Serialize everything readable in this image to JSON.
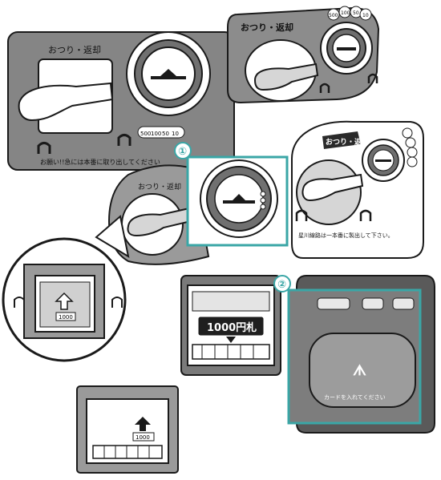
{
  "labels": {
    "change_return_1": "おつり・返却",
    "change_return_2": "おつり・返却",
    "change_return_3": "おつり・返却",
    "change_return_4": "おつり・返却",
    "warning_note": "お願い!!急には本番に取り出してください",
    "store_note": "星川線路は一本番に製出して下さい。",
    "bill_label": "1000円札",
    "bill_slot_small": "1000",
    "bill_slot_small_2": "1000",
    "card_note": "カードを入れてください",
    "callout_1": "①",
    "callout_2": "②"
  },
  "coins": [
    "500",
    "100",
    "50",
    "10"
  ],
  "colors": {
    "accent_teal": "#3aa6a6",
    "panel_gray": "#7d7d7d",
    "dark_gray": "#4a4a4a",
    "outline": "#1a1a1a"
  }
}
